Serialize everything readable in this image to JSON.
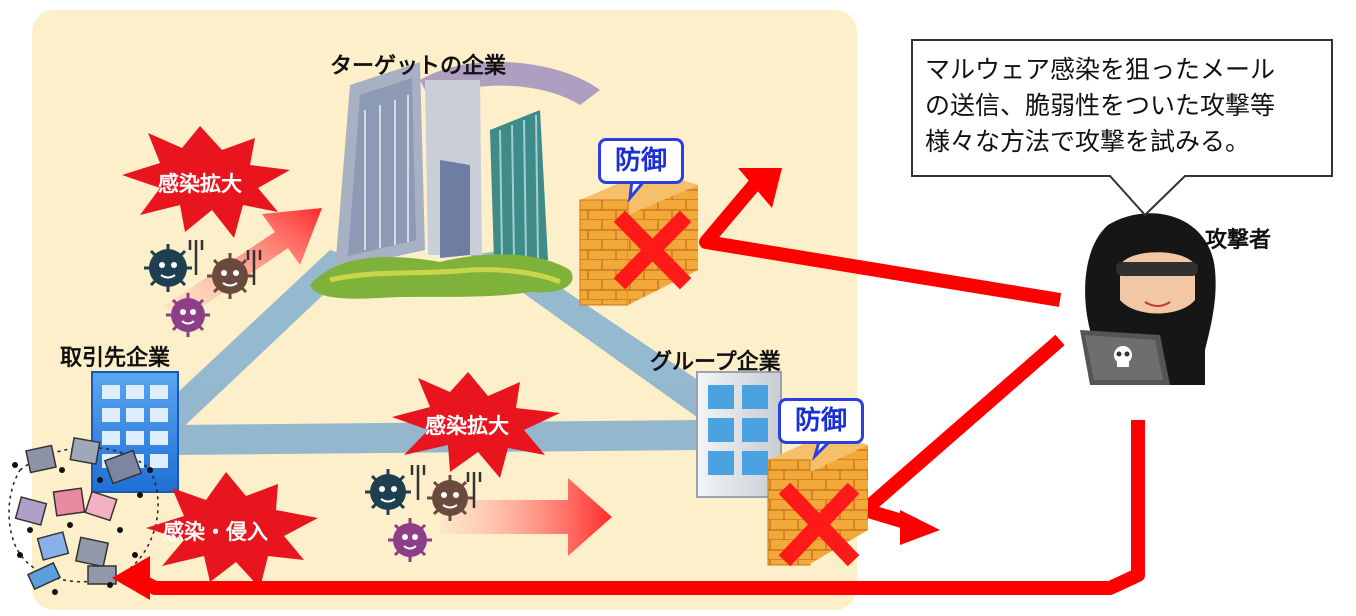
{
  "labels": {
    "target_company": "ターゲットの企業",
    "partner_company": "取引先企業",
    "group_company": "グループ企業",
    "attacker": "攻撃者"
  },
  "bursts": {
    "spread_top": "感染拡大",
    "spread_middle": "感染拡大",
    "infiltration": "感染・侵入"
  },
  "defense_badges": {
    "target": "防御",
    "group": "防御"
  },
  "speech_bubble": {
    "line1": "マルウェア感染を狙ったメール",
    "line2": "の送信、脆弱性をついた攻撃等",
    "line3": "様々な方法で攻撃を試みる。"
  },
  "colors": {
    "background_panel": "#fdefc9",
    "connection": "#8fb5cf",
    "attack_arrow": "#ff0000",
    "burst": "#e8141e",
    "defense_text": "#1a2fd6",
    "wall": "#f2a73a",
    "block_mark": "#ff1a1a"
  }
}
